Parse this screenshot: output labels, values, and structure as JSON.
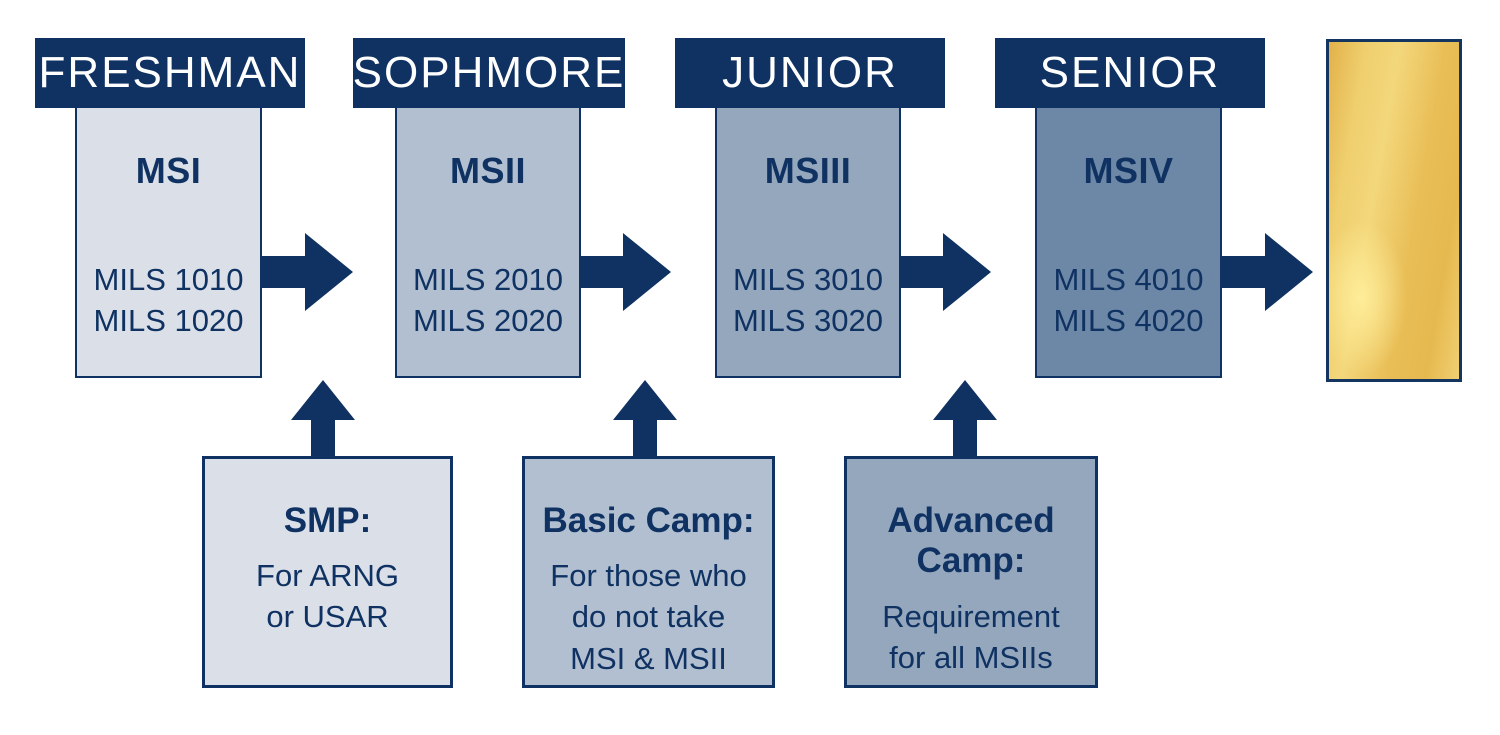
{
  "colors": {
    "navy": "#0f3262",
    "header_text": "#ffffff",
    "stage1_fill": "#dadfe8",
    "stage2_fill": "#b1bfd0",
    "stage3_fill": "#94a7bd",
    "stage4_fill": "#6d88a6",
    "gold_light": "#f6da7c",
    "gold_dark": "#dfae43"
  },
  "columns": [
    {
      "header": "FRESHMAN",
      "title": "MSI",
      "courses": "MILS 1010\nMILS 1020"
    },
    {
      "header": "SOPHMORE",
      "title": "MSII",
      "courses": "MILS 2010\nMILS 2020"
    },
    {
      "header": "JUNIOR",
      "title": "MSIII",
      "courses": "MILS 3010\nMILS 3020"
    },
    {
      "header": "SENIOR",
      "title": "MSIV",
      "courses": "MILS 4010\nMILS 4020"
    }
  ],
  "bottom_boxes": [
    {
      "title": "SMP:",
      "body": "For ARNG\nor USAR"
    },
    {
      "title": "Basic Camp:",
      "body": "For those who\ndo not take\nMSI & MSII"
    },
    {
      "title": "Advanced Camp:",
      "body": "Requirement\nfor all MSIIs"
    }
  ]
}
